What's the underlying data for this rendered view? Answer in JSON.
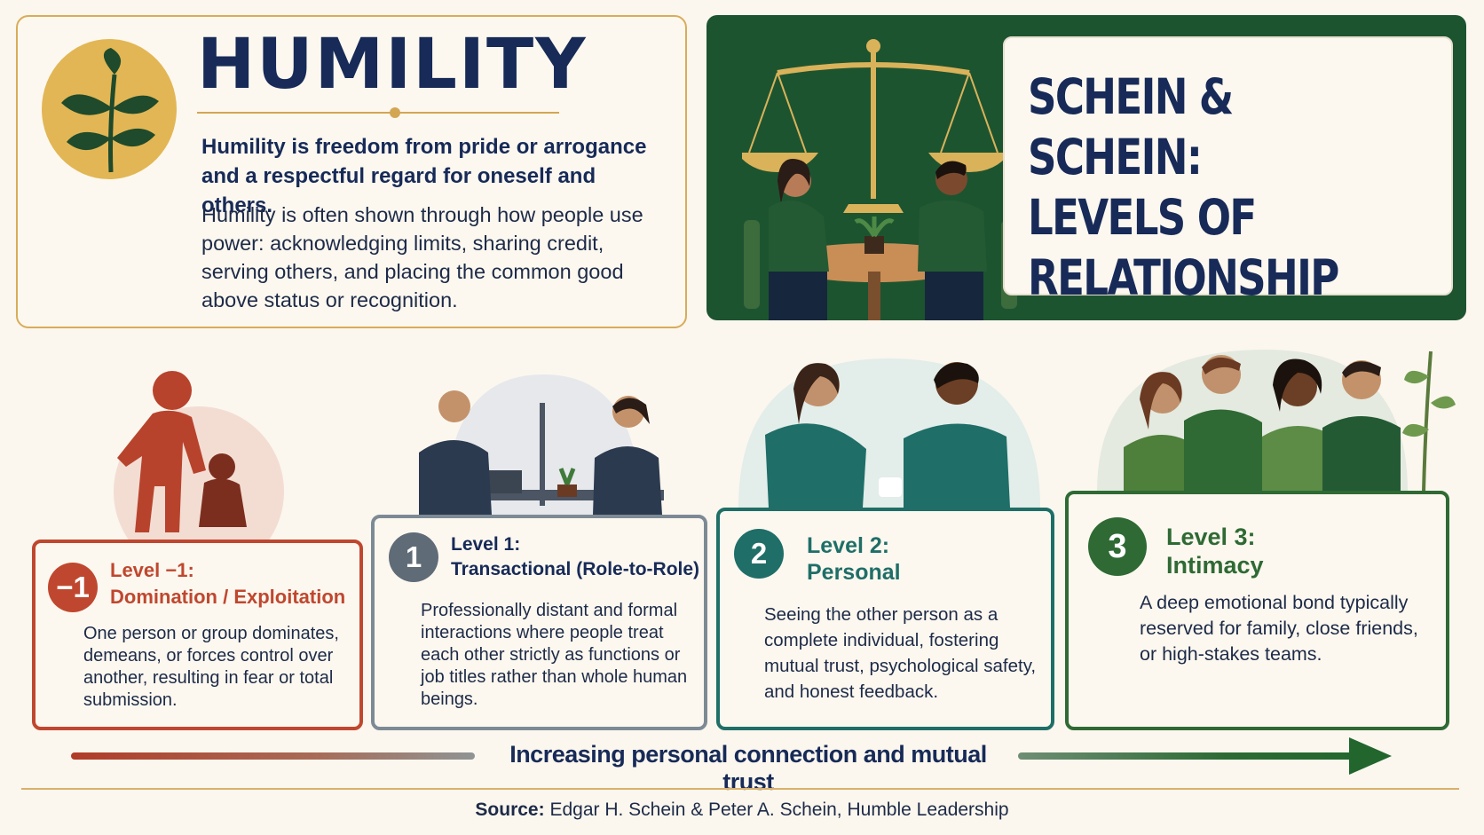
{
  "humility": {
    "title": "HUMILITY",
    "definition": "Humility is freedom from pride or arrogance and a respectful regard for oneself and others.",
    "body": "Humility is often shown through how people use power: acknowledging limits, sharing credit, serving others, and placing the common good above status or recognition.",
    "icon": "leaf-sprig-icon"
  },
  "schein": {
    "title_line1": "SCHEIN & SCHEIN:",
    "title_line2": "LEVELS OF RELATIONSHIP",
    "illustration": "scales-conversation-illustration"
  },
  "levels": [
    {
      "badge": "−1",
      "title_line1": "Level −1:",
      "title_line2": "Domination / Exploitation",
      "description": "One person or group dominates, demeans, or forces control over another, resulting in fear or total submission.",
      "color": "#c0472f"
    },
    {
      "badge": "1",
      "title_line1": "Level 1:",
      "title_line2": "Transactional (Role-to-Role)",
      "description": "Professionally distant and formal interactions where people treat each other strictly as functions or job titles rather than whole human beings.",
      "color": "#5f6b77"
    },
    {
      "badge": "2",
      "title_line1": "Level 2:",
      "title_line2": "Personal",
      "description": "Seeing the other person as a complete individual, fostering mutual trust, psychological safety, and honest feedback.",
      "color": "#1f6e68"
    },
    {
      "badge": "3",
      "title_line1": "Level 3:",
      "title_line2": "Intimacy",
      "description": "A deep emotional bond typically reserved for family, close friends, or high-stakes teams.",
      "color": "#2f6a34"
    }
  ],
  "progress_label": "Increasing personal connection and mutual trust",
  "source": {
    "label": "Source:",
    "text": "Edgar H. Schein & Peter A. Schein, Humble Leadership"
  }
}
